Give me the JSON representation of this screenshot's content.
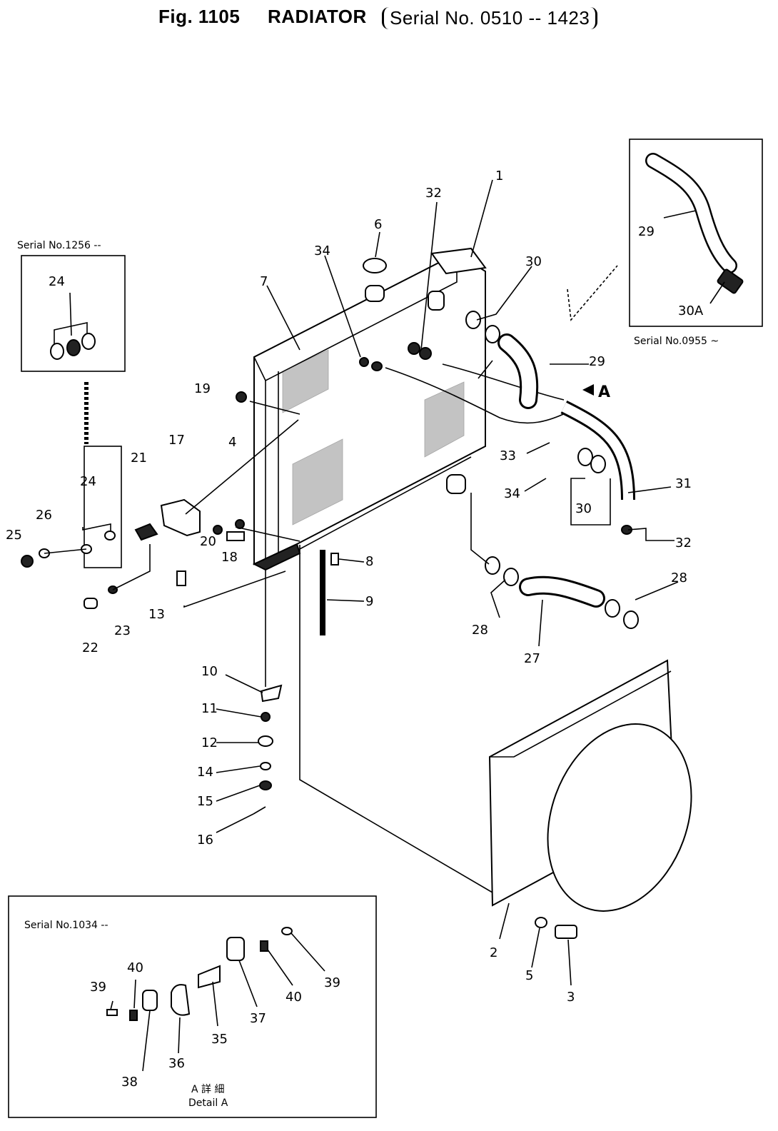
{
  "header": {
    "fig": "Fig. 1105",
    "title": "RADIATOR",
    "serial": "Serial No. 0510 -- 1423"
  },
  "insets": {
    "top_left": {
      "serial": "Serial No.1256 --"
    },
    "top_right": {
      "serial": "Serial No.0955 ~"
    },
    "bottom_left": {
      "serial": "Serial No.1034 --",
      "detail_cjk": "A 詳 細",
      "detail": "Detail A"
    }
  },
  "callouts": {
    "c1": "1",
    "c2": "2",
    "c3": "3",
    "c4": "4",
    "c5": "5",
    "c6": "6",
    "c7": "7",
    "c8": "8",
    "c9": "9",
    "c10": "10",
    "c11": "11",
    "c12": "12",
    "c13": "13",
    "c14": "14",
    "c15": "15",
    "c16": "16",
    "c17": "17",
    "c18": "18",
    "c19": "19",
    "c20": "20",
    "c21": "21",
    "c22": "22",
    "c23": "23",
    "c24a": "24",
    "c24b": "24",
    "c25": "25",
    "c26": "26",
    "c27": "27",
    "c28a": "28",
    "c28b": "28",
    "c29a": "29",
    "c29b": "29",
    "c30a": "30",
    "c30b": "30",
    "c30A": "30A",
    "c31": "31",
    "c32a": "32",
    "c32b": "32",
    "c33": "33",
    "c34a": "34",
    "c34b": "34",
    "c35": "35",
    "c36": "36",
    "c37": "37",
    "c38": "38",
    "c39a": "39",
    "c39b": "39",
    "c40a": "40",
    "c40b": "40",
    "arrowA": "A"
  }
}
